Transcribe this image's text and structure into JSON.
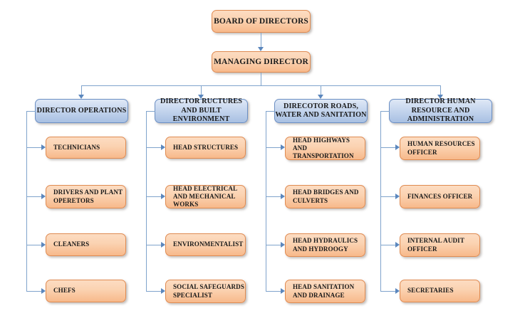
{
  "chart_data": {
    "type": "diagram",
    "diagram_type": "organizational-chart",
    "title": "",
    "levels": 3,
    "palette": {
      "orange_fill_top": "#fcdcc2",
      "orange_fill_bottom": "#f7b98b",
      "orange_border": "#e08b52",
      "blue_fill_top": "#dfe8f6",
      "blue_fill_bottom": "#a8c0e2",
      "blue_border": "#6b8fc4",
      "connector": "#7fa3cc",
      "arrow": "#5b87bd",
      "background": "#ffffff",
      "text": "#1a1a1a"
    }
  },
  "top": {
    "board_label": "BOARD OF DIRECTORS",
    "managing_label": "MANAGING DIRECTOR"
  },
  "directors": [
    {
      "label": "DIRECTOR OPERATIONS"
    },
    {
      "label": "DIRECTOR RUCTURES AND BUILT ENVIRONMENT"
    },
    {
      "label": "DIRECOTOR ROADS, WATER AND SANITATION"
    },
    {
      "label": "DIRECTOR HUMAN RESOURCE AND ADMINISTRATION"
    }
  ],
  "columns": [
    {
      "items": [
        {
          "label": "TECHNICIANS"
        },
        {
          "label": "DRIVERS AND PLANT OPERETORS"
        },
        {
          "label": "CLEANERS"
        },
        {
          "label": "CHEFS"
        }
      ]
    },
    {
      "items": [
        {
          "label": "HEAD STRUCTURES"
        },
        {
          "label": "HEAD ELECTRICAL AND MECHANICAL WORKS"
        },
        {
          "label": "ENVIRONMENTALIST"
        },
        {
          "label": "SOCIAL SAFEGUARDS SPECIALIST"
        }
      ]
    },
    {
      "items": [
        {
          "label": "HEAD HIGHWAYS AND TRANSPORTATION"
        },
        {
          "label": "HEAD BRIDGES AND CULVERTS"
        },
        {
          "label": "HEAD HYDRAULICS AND HYDROOGY"
        },
        {
          "label": "HEAD SANITATION AND DRAINAGE"
        }
      ]
    },
    {
      "items": [
        {
          "label": "HUMAN RESOURCES OFFICER"
        },
        {
          "label": "FINANCES OFFICER"
        },
        {
          "label": "INTERNAL AUDIT OFFICER"
        },
        {
          "label": "SECRETARIES"
        }
      ]
    }
  ]
}
